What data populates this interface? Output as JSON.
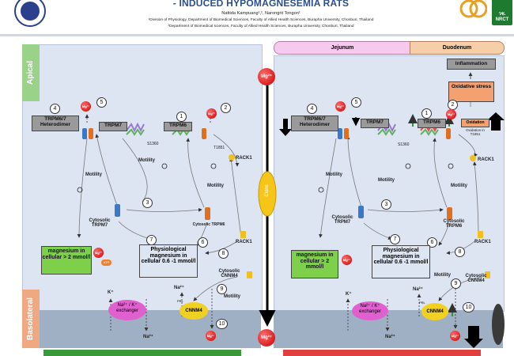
{
  "header": {
    "title": "- INDUCED HYPOMAGNESEMIA RATS",
    "authors": "Nattida Kampuang¹,², Narongrit Tongon¹",
    "affiliation_1": "¹Division of Physiology, Department of Biomedical Sciences, Faculty of Allied Health Sciences, Burapha University, Chonburi, Thailand",
    "affiliation_2": "²Department of Biomedical sciences, Faculty of Allied Health Sciences, Burapha University, Chonburi, Thailand",
    "logo_right_text": "วช. NRCT"
  },
  "sides": {
    "apical": "Apical",
    "basolateral": "Basolateral"
  },
  "intestine": {
    "jejunum": "Jejunum",
    "duodenum": "Duodenum"
  },
  "center": {
    "claudin": "Cldns",
    "mg_top": "Mg²⁺",
    "mg_bottom": "Mg²⁺"
  },
  "left": {
    "trpm67": "TRPM6/7 Heterodimer",
    "trpm7": "TRPM7",
    "trpm6": "TRPM6",
    "s1360": "S1360",
    "t1851": "T1851",
    "rack1": "RACK1",
    "motility_1": "Motility",
    "motility_2": "Motility",
    "motility_3": "Motility",
    "motility_4": "Motility",
    "cyt_trpm7": "Cytosolic TRPM7",
    "cyt_trpm6": "Cytosolic TRPM6",
    "rack1_b": "RACK1",
    "cyt_cnnm4": "Cytosolic CNNM4",
    "mg_cellular": "magnesium in cellular > 2 mmol/l",
    "physio": "Physiological magnesium in cellular 0.6 -1 mmol/l",
    "exchanger": "Na²⁺ / K⁺ exchanger",
    "k": "K⁺",
    "na_top": "Na²⁺",
    "na_bottom": "Na²⁺",
    "cnnm4": "CNNM4",
    "prl": "PRL",
    "mg_ion": "Mg²⁺",
    "atp": "ATP",
    "numbers": [
      "1",
      "2",
      "3",
      "4",
      "5",
      "6",
      "7",
      "8",
      "9",
      "10"
    ]
  },
  "right": {
    "inflammation": "Inflammation",
    "oxidative": "Oxidative stress",
    "oxidation": "Oxidation",
    "oxidation_in": "Oxidation in T1851",
    "trpm67": "TRPM6/7 Heterodimer",
    "trpm7": "TRPM7",
    "trpm6": "TRPM6",
    "s1360": "S1360",
    "rack1": "RACK1",
    "motility_1": "Motility",
    "motility_2": "Motility",
    "motility_3": "Motility",
    "motility_4": "Motility",
    "cyt_trpm7": "Cytosolic TRPM7",
    "cyt_trpm6": "Cytosolic TRPM6",
    "rack1_b": "RACK1",
    "cyt_cnnm4": "Cytosolic CNNM4",
    "mg_cellular": "magnesium in cellular > 2 mmol/l",
    "physio": "Physiological magnesium in cellular 0.6 -1 mmol/l",
    "exchanger": "Na²⁺ / K⁺ exchanger",
    "k": "K⁺",
    "na_top": "Na²⁺",
    "na_bottom": "Na²⁺",
    "cnnm4": "CNNM4",
    "prl": "PRL",
    "mg_ion": "Mg²⁺",
    "numbers": [
      "1",
      "2",
      "3",
      "4",
      "5",
      "6",
      "7",
      "8",
      "9",
      "10"
    ]
  },
  "colors": {
    "accent_blue": "#2a4f8f",
    "mg_red": "#d40000",
    "normal_green": "#3a9a3a",
    "ppi_red": "#e04040",
    "oxidative_orange": "#f4a070"
  }
}
